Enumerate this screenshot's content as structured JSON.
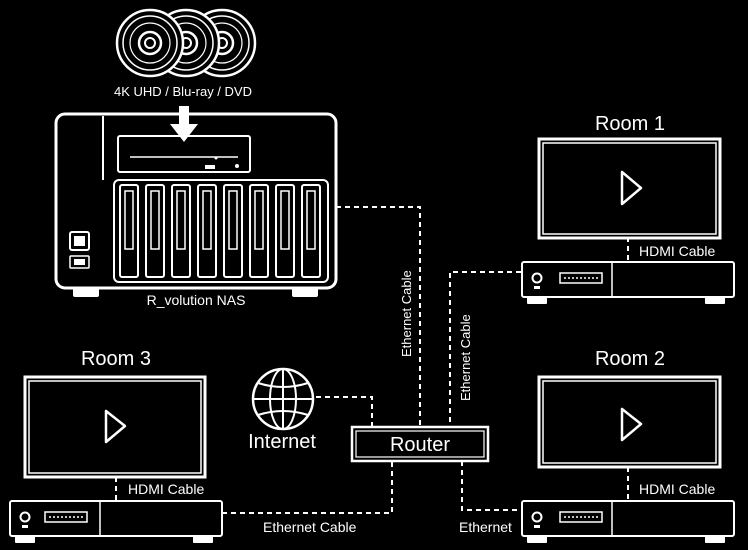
{
  "labels": {
    "disc_formats": "4K UHD / Blu-ray / DVD",
    "nas": "R_volution NAS",
    "internet": "Internet",
    "router": "Router",
    "room1": "Room 1",
    "room2": "Room 2",
    "room3": "Room 3",
    "hdmi_room1": "HDMI Cable",
    "hdmi_room2": "HDMI Cable",
    "hdmi_room3": "HDMI Cable",
    "eth_nas_router": "Ethernet Cable",
    "eth_room1_router": "Ethernet Cable",
    "eth_room3_router": "Ethernet Cable",
    "eth_room2_router": "Ethernet"
  },
  "colors": {
    "background": "#000000",
    "foreground": "#ffffff"
  },
  "icons": [
    "disc-icon",
    "down-arrow-icon",
    "globe-icon",
    "play-icon",
    "nas-device",
    "player-device",
    "router-device"
  ]
}
